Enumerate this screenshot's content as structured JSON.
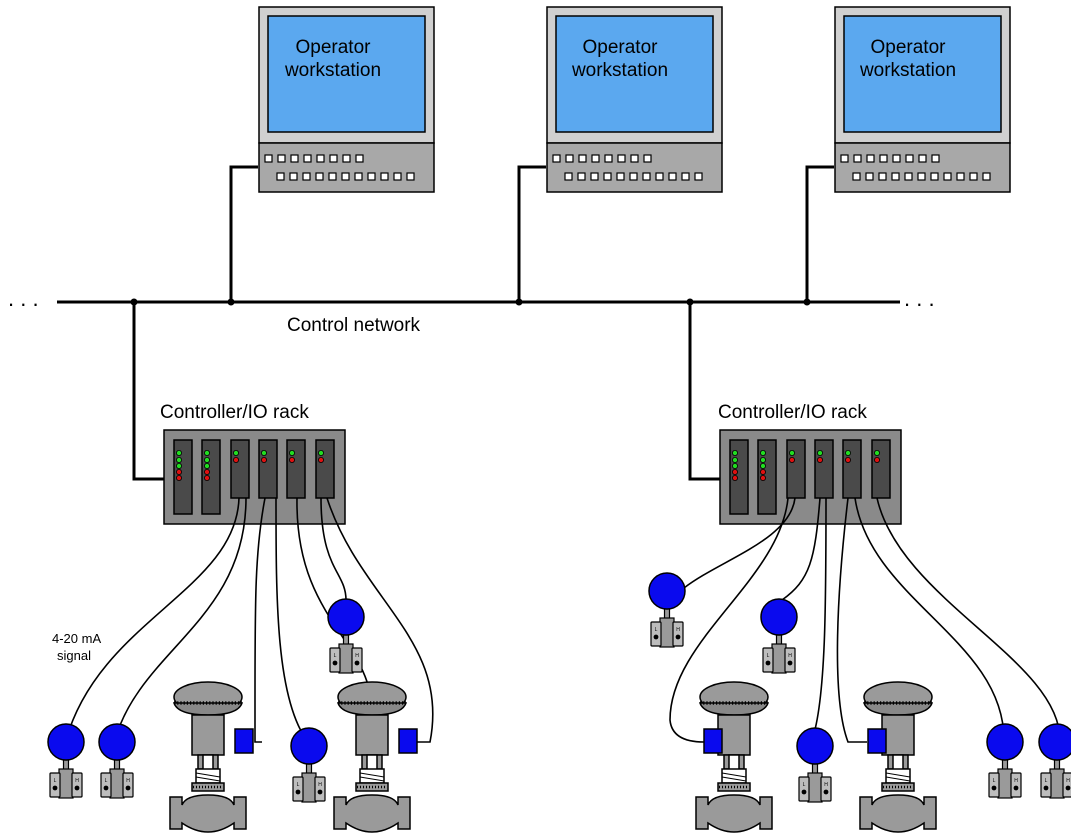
{
  "workstations": [
    {
      "line1": "Operator",
      "line2": "workstation"
    },
    {
      "line1": "Operator",
      "line2": "workstation"
    },
    {
      "line1": "Operator",
      "line2": "workstation"
    }
  ],
  "network": {
    "label": "Control network",
    "continuation": ". . ."
  },
  "racks": [
    {
      "label": "Controller/IO rack"
    },
    {
      "label": "Controller/IO rack"
    }
  ],
  "signal_label": {
    "line1": "4-20 mA",
    "line2": "signal"
  },
  "transmitter_port_labels": {
    "low": "L",
    "high": "H"
  },
  "colors": {
    "screen": "#5ba8ef",
    "bezel": "#d0d0d0",
    "keyboard": "#a8a8a8",
    "rack": "#8a8a8a",
    "card": "#4a4a4a",
    "led_green": "#22dd22",
    "led_red": "#dd1111",
    "transmitter_head": "#0a0aee",
    "valve_body": "#a0a0a0",
    "positioner": "#0a0aee"
  },
  "icons": {
    "workstation": "operator-workstation-icon",
    "rack": "controller-io-rack-icon",
    "transmitter": "pressure-transmitter-icon",
    "valve": "control-valve-icon"
  }
}
